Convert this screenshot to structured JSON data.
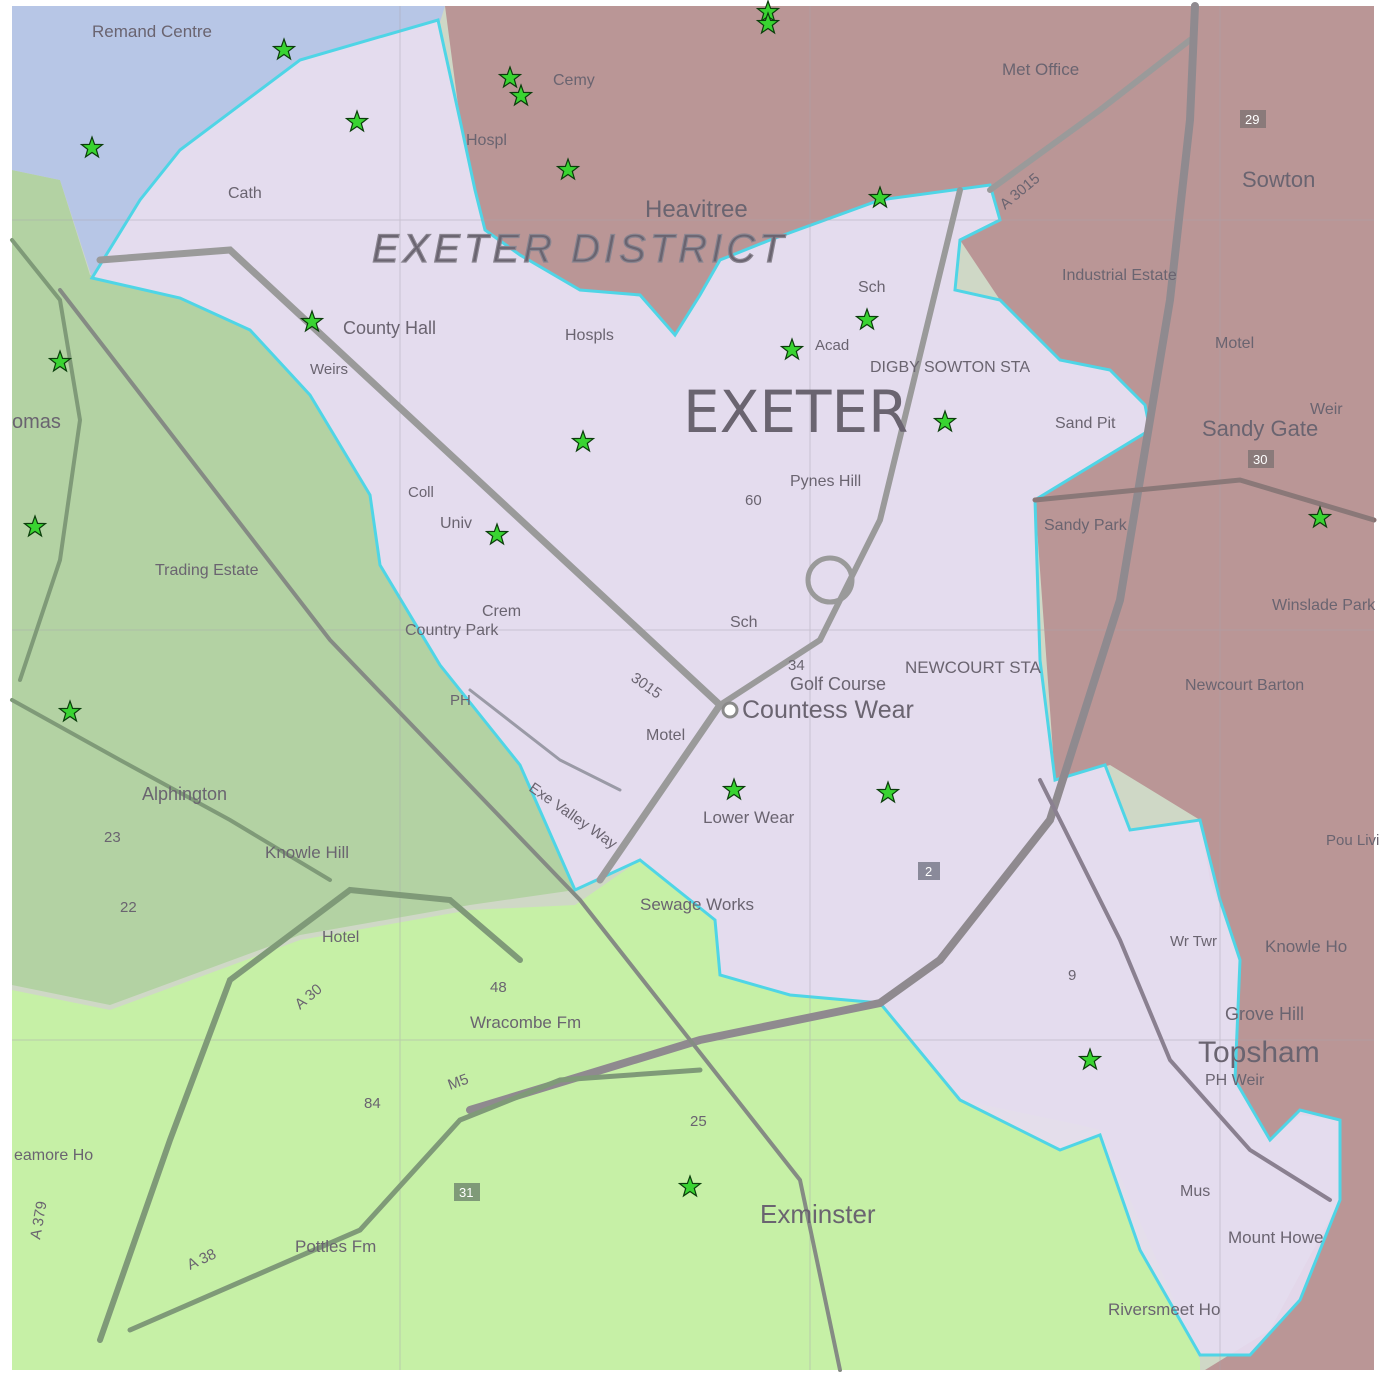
{
  "map": {
    "title": "EXETER",
    "colors": {
      "exeter_fill": "#e6dcf1",
      "exeter_border": "#4fd5e6",
      "north_west_fill": "#b7c6e6",
      "east_fill": "#ba9696",
      "south_west_fill": "#b3d2a3",
      "south_fill": "#c6f0a6",
      "marker_fill": "#39d431",
      "road_color": "#9a9a9a",
      "label_color": "#6a6470"
    },
    "labels": {
      "exeter": "EXETER",
      "exeter_district": "EXETER DISTRICT",
      "heavitree": "Heavitree",
      "countess_wear": "Countess Wear",
      "topsham": "Topsham",
      "exminster": "Exminster",
      "sowton": "Sowton",
      "sandy_gate": "Sandy Gate",
      "alphington": "Alphington",
      "county_hall": "County Hall",
      "golf_course": "Golf Course",
      "lower_wear": "Lower Wear",
      "newcourt_sta": "NEWCOURT STA",
      "digby_sowton_sta": "DIGBY SOWTON STA",
      "remand_centre": "Remand Centre",
      "met_office": "Met Office",
      "industrial_estate": "Industrial Estate",
      "trading_estate": "Trading Estate",
      "country_park": "Country Park",
      "sewage_works": "Sewage Works",
      "wracombe_fm": "Wracombe Fm",
      "pottles_fm": "Pottles Fm",
      "knowle_hill": "Knowle Hill",
      "knowle_ho": "Knowle Ho",
      "grove_hill": "Grove Hill",
      "mount_howe": "Mount Howe",
      "riversmeet_ho": "Riversmeet Ho",
      "newcourt_barton": "Newcourt Barton",
      "winslade_park": "Winslade Park",
      "sandy_park": "Sandy Park",
      "sand_pit": "Sand Pit",
      "pynes_hill": "Pynes Hill",
      "exe_valley_way": "Exe Valley Way",
      "hospl": "Hospl",
      "hospls": "Hospls",
      "cemy": "Cemy",
      "cath": "Cath",
      "mus": "Mus",
      "univ": "Univ",
      "crem": "Crem",
      "motel": "Motel",
      "hotel": "Hotel",
      "sch": "Sch",
      "acad": "Acad",
      "coll": "Coll",
      "weir": "Weir",
      "weirs": "Weirs",
      "ph": "PH",
      "eamore_ho": "eamore Ho",
      "omas": "omas",
      "wr_twr": "Wr Twr",
      "ph_weir": "PH Weir",
      "pou_livi": "Pou Livi",
      "a30": "A 30",
      "a379": "A 379",
      "a38": "A 38",
      "m5": "M5",
      "a3015": "A 3015",
      "a3015b": "3015",
      "num_60": "60",
      "num_34": "34",
      "num_23": "23",
      "num_22": "22",
      "num_48": "48",
      "num_84": "84",
      "num_25": "25",
      "num_29": "29",
      "num_30": "30",
      "num_31": "31",
      "num_2": "2",
      "num_9": "9"
    },
    "markers": [
      "site-marker",
      "site-marker",
      "site-marker",
      "site-marker",
      "site-marker",
      "site-marker",
      "site-marker",
      "site-marker",
      "site-marker",
      "site-marker",
      "site-marker",
      "site-marker",
      "site-marker",
      "site-marker",
      "site-marker",
      "site-marker",
      "site-marker",
      "site-marker",
      "site-marker",
      "site-marker",
      "site-marker",
      "site-marker",
      "site-marker",
      "site-marker",
      "site-marker",
      "site-marker",
      "site-marker",
      "site-marker"
    ],
    "marker_icon": "green-star-icon"
  }
}
